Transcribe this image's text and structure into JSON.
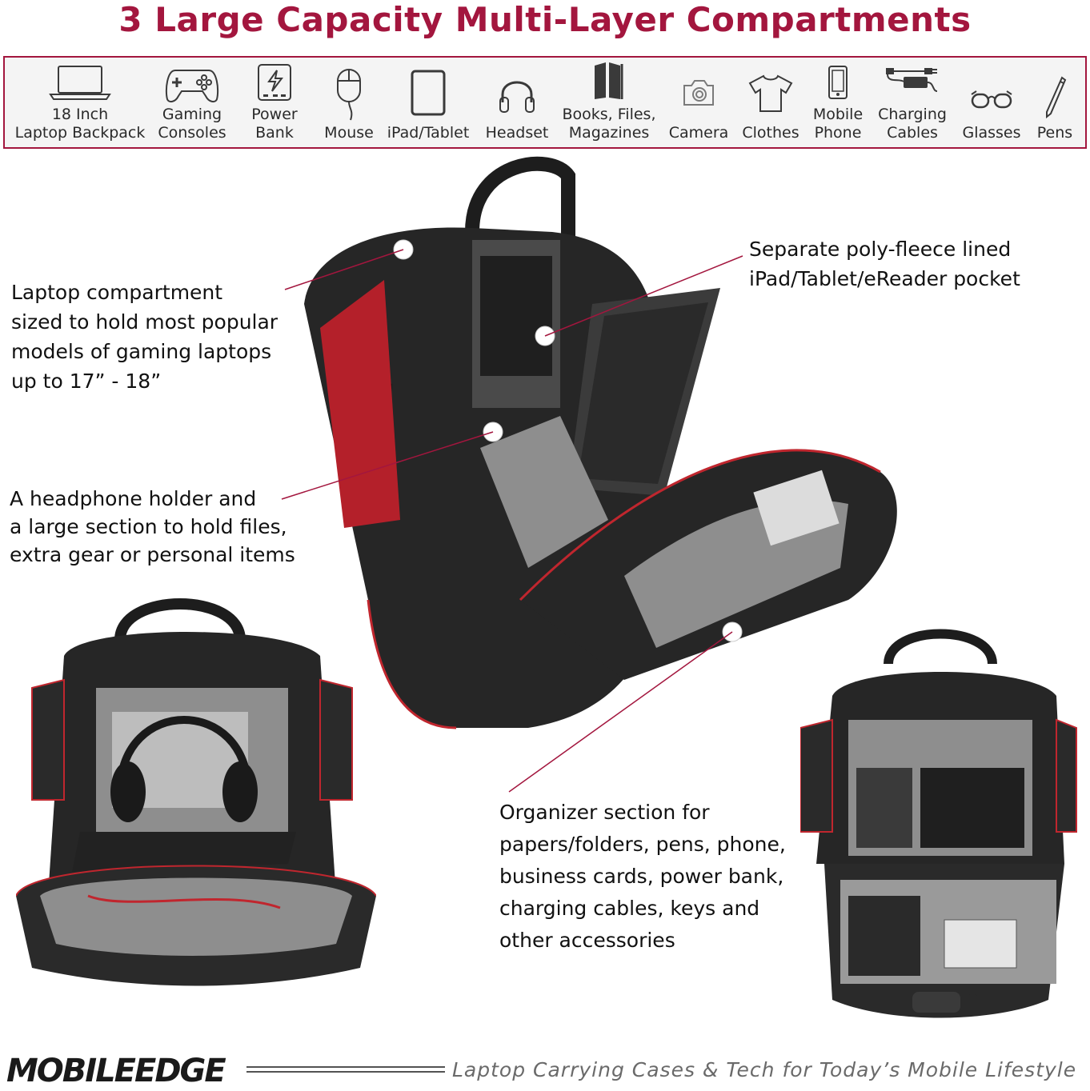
{
  "title": "3 Large Capacity Multi-Layer Compartments",
  "colors": {
    "accent": "#a3163e",
    "bag_body": "#2a2a2a",
    "bag_lining": "#8e8e8e",
    "bag_trim": "#c0262e",
    "icon_stroke": "#3a3a3a"
  },
  "icons": [
    {
      "icon": "laptop-icon",
      "label_lines": [
        "18 Inch",
        "Laptop Backpack"
      ]
    },
    {
      "icon": "gamepad-icon",
      "label_lines": [
        "Gaming",
        "Consoles"
      ]
    },
    {
      "icon": "power-bank-icon",
      "label_lines": [
        "Power",
        "Bank"
      ]
    },
    {
      "icon": "mouse-icon",
      "label_lines": [
        "Mouse"
      ]
    },
    {
      "icon": "tablet-icon",
      "label_lines": [
        "iPad/Tablet"
      ]
    },
    {
      "icon": "headset-icon",
      "label_lines": [
        "Headset"
      ]
    },
    {
      "icon": "books-icon",
      "label_lines": [
        "Books, Files,",
        "Magazines"
      ]
    },
    {
      "icon": "camera-icon",
      "label_lines": [
        "Camera"
      ]
    },
    {
      "icon": "tshirt-icon",
      "label_lines": [
        "Clothes"
      ]
    },
    {
      "icon": "phone-icon",
      "label_lines": [
        "Mobile",
        "Phone"
      ]
    },
    {
      "icon": "cable-icon",
      "label_lines": [
        "Charging",
        "Cables"
      ]
    },
    {
      "icon": "glasses-icon",
      "label_lines": [
        "Glasses"
      ]
    },
    {
      "icon": "pen-icon",
      "label_lines": [
        "Pens"
      ]
    }
  ],
  "callouts": {
    "laptop": [
      "Laptop compartment",
      "sized to hold most popular",
      "models of gaming laptops",
      "up to 17” - 18”"
    ],
    "tablet": [
      "Separate poly-fleece lined",
      "iPad/Tablet/eReader pocket"
    ],
    "headphone": [
      "A headphone holder and",
      "a large section to hold files,",
      "extra gear or personal items"
    ],
    "organizer": [
      "Organizer section for",
      "papers/folders, pens, phone,",
      "business cards, power bank,",
      "charging cables, keys and",
      "other accessories"
    ]
  },
  "footer": {
    "logo": "MOBILEEDGE",
    "tagline": "Laptop Carrying Cases & Tech for Today’s Mobile Lifestyle"
  }
}
